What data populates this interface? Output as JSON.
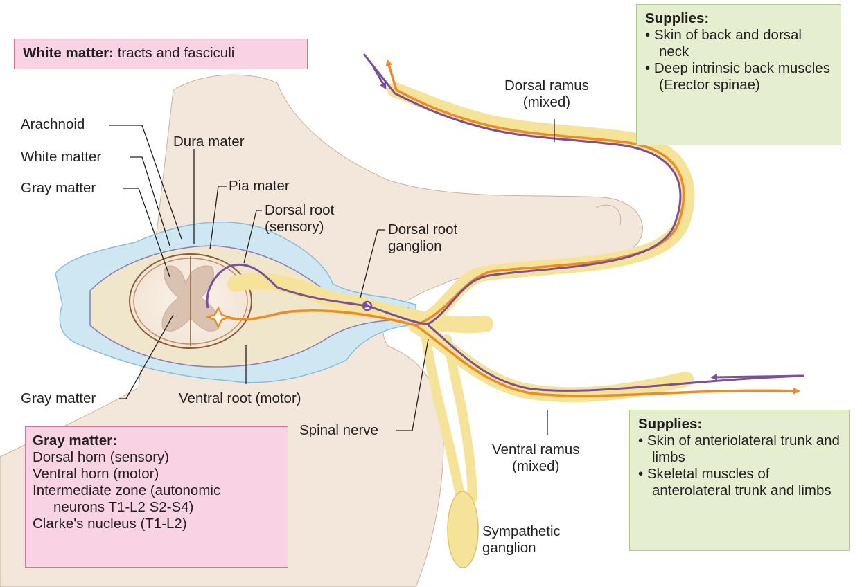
{
  "white_matter_box": {
    "title": "White matter:",
    "text": "tracts and fasciculi"
  },
  "labels": {
    "arachnoid": "Arachnoid",
    "dura_mater": "Dura mater",
    "white_matter": "White matter",
    "pia_mater": "Pia mater",
    "gray_matter_top": "Gray matter",
    "dorsal_root_1": "Dorsal root",
    "dorsal_root_2": "(sensory)",
    "drg_1": "Dorsal root",
    "drg_2": "ganglion",
    "dorsal_ramus_1": "Dorsal ramus",
    "dorsal_ramus_2": "(mixed)",
    "gray_matter_bottom": "Gray matter",
    "ventral_root": "Ventral root (motor)",
    "spinal_nerve": "Spinal nerve",
    "ventral_ramus_1": "Ventral ramus",
    "ventral_ramus_2": "(mixed)",
    "sympathetic_1": "Sympathetic",
    "sympathetic_2": "ganglion"
  },
  "gray_matter_box": {
    "title": "Gray matter:",
    "line1": "Dorsal horn (sensory)",
    "line2": "Ventral horn (motor)",
    "line3": "Intermediate zone (autonomic",
    "line4": "neurons T1-L2 S2-S4)",
    "line5": "Clarke's nucleus (T1-L2)"
  },
  "supplies_top": {
    "title": "Supplies:",
    "item1": "• Skin of back and dorsal neck",
    "item2": "• Deep intrinsic back muscles (Erector spinae)"
  },
  "supplies_bottom": {
    "title": "Supplies:",
    "item1": "• Skin of anteriolateral trunk and limbs",
    "item2": "• Skeletal muscles of anterolateral trunk and limbs"
  },
  "colors": {
    "sensory": "#7b4fa0",
    "motor": "#f08a22",
    "nerve": "#f6e39a",
    "bone": "#f3e6da",
    "meninges": "#cfe7f3",
    "pink_box": "#f9d3e3",
    "green_box": "#e5efd0"
  }
}
